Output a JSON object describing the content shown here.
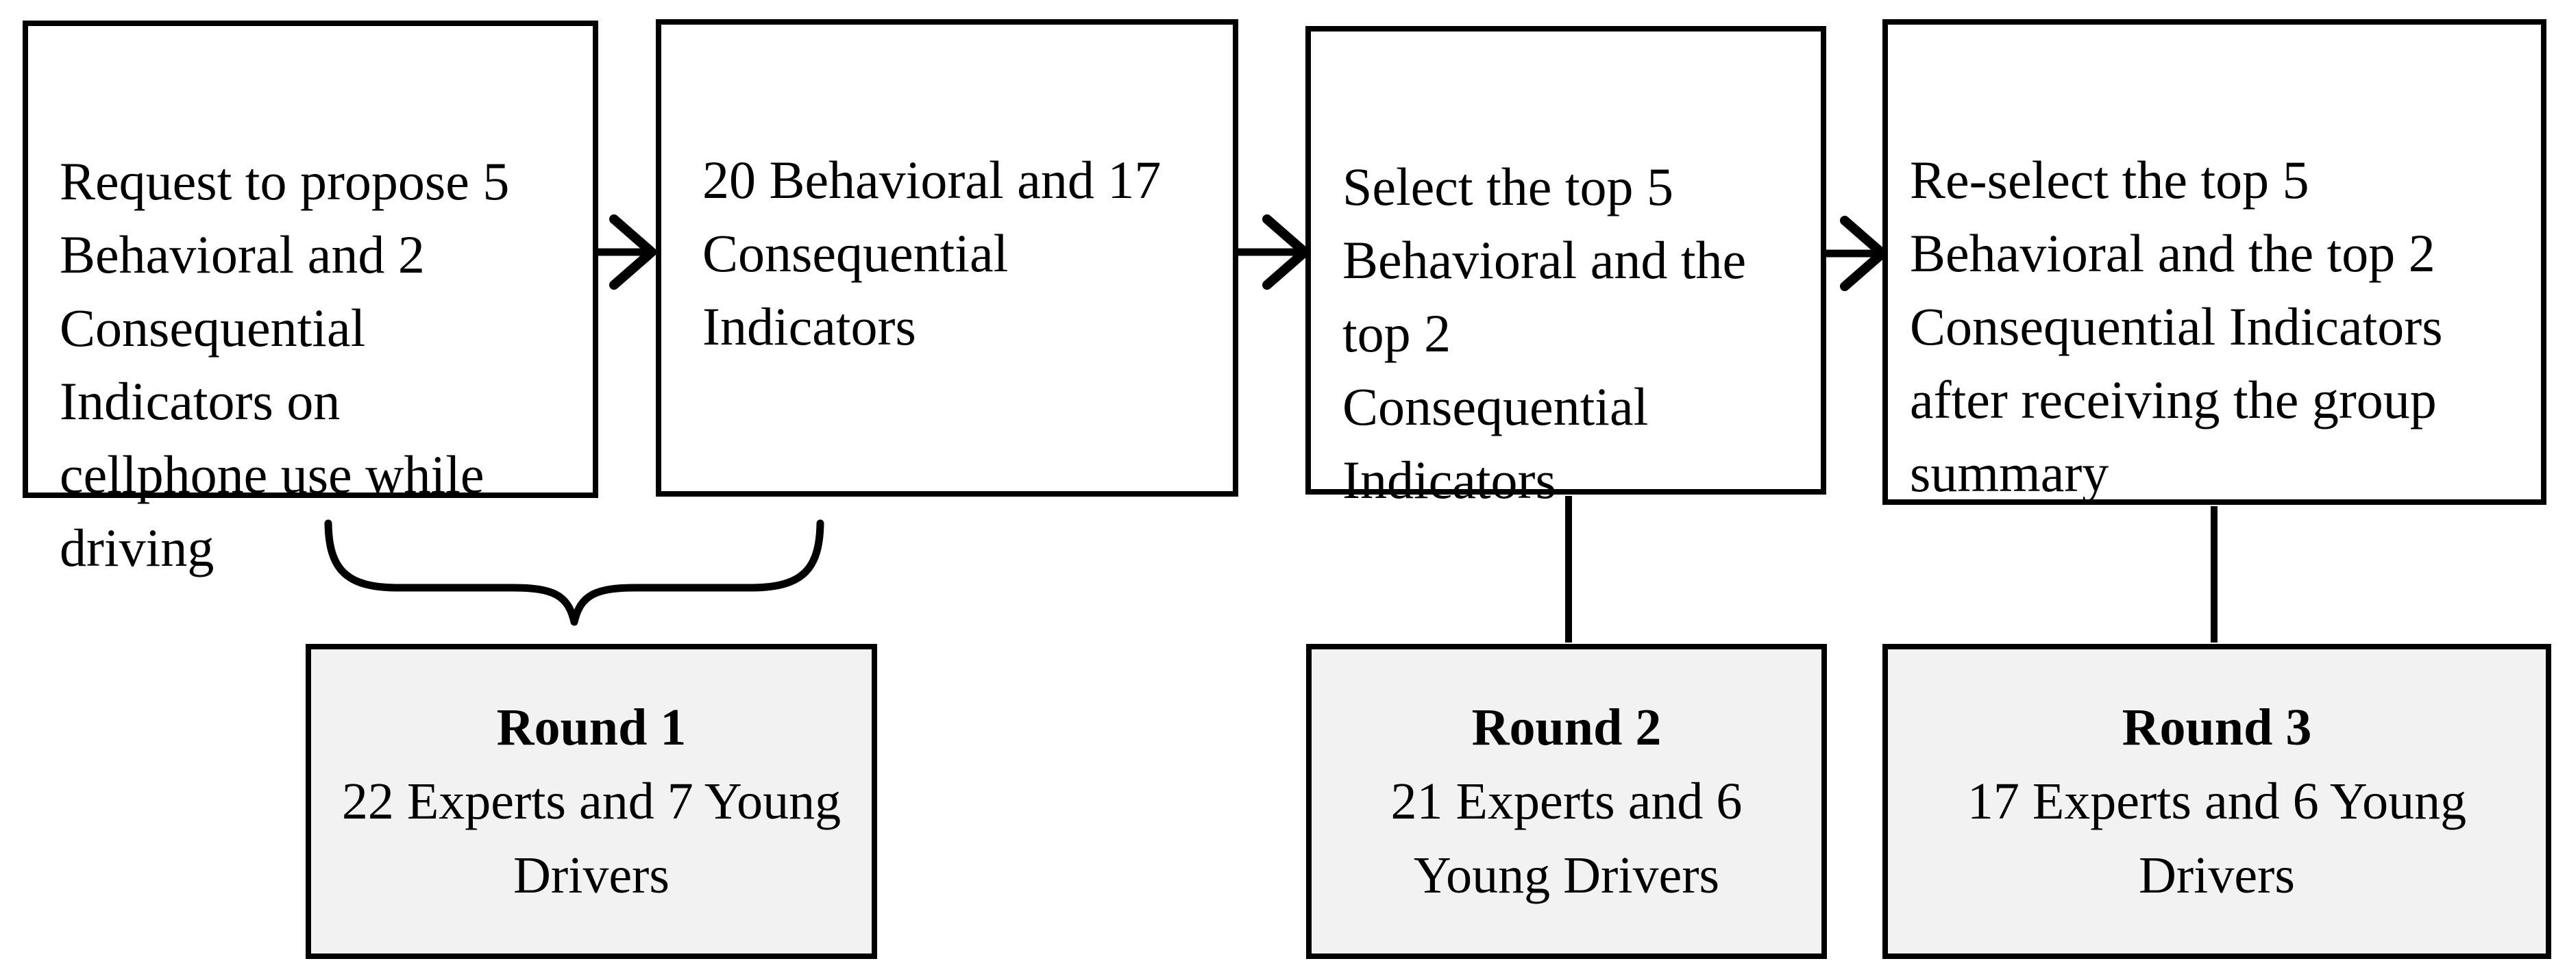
{
  "figure": {
    "background": "#ffffff",
    "stroke": "#000000",
    "round_fill": "#f2f2f2",
    "description": "Delphi process flowchart: indicator proposal and selection rounds"
  },
  "process_boxes": [
    {
      "text": "Request to propose 5\nBehavioral and 2\nConsequential\nIndicators on\ncellphone use while\ndriving"
    },
    {
      "text": "20 Behavioral and 17\nConsequential\nIndicators"
    },
    {
      "text": "Select the top 5\nBehavioral and the\ntop 2\nConsequential\nIndicators"
    },
    {
      "text": "Re-select the top 5\nBehavioral and the top 2\nConsequential Indicators\nafter receiving the group\nsummary"
    }
  ],
  "rounds": [
    {
      "title": "Round 1",
      "participants": "22 Experts and 7 Young\nDrivers"
    },
    {
      "title": "Round 2",
      "participants": "21 Experts and 6\nYoung Drivers"
    },
    {
      "title": "Round 3",
      "participants": "17 Experts and 6 Young\nDrivers"
    }
  ]
}
